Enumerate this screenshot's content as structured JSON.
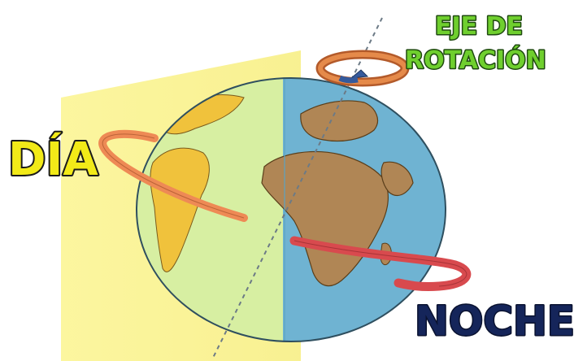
{
  "labels": {
    "dia": "DÍA",
    "noche": "NOCHE",
    "eje_line1": "EJE DE",
    "eje_line2": "ROTACIÓN"
  },
  "colors": {
    "day_plane": "#fbf28a",
    "day_ocean": "#d8f0a0",
    "night_ocean": "#6fb4d3",
    "land_night": "#b08655",
    "land_day": "#f0c23c",
    "dia_text": "#f2ea18",
    "noche_text": "#15255a",
    "eje_text": "#6fcf2e",
    "arrow_orange": "#ee8a55",
    "arrow_red": "#d84a4e",
    "arrow_blue": "#355a9c"
  }
}
